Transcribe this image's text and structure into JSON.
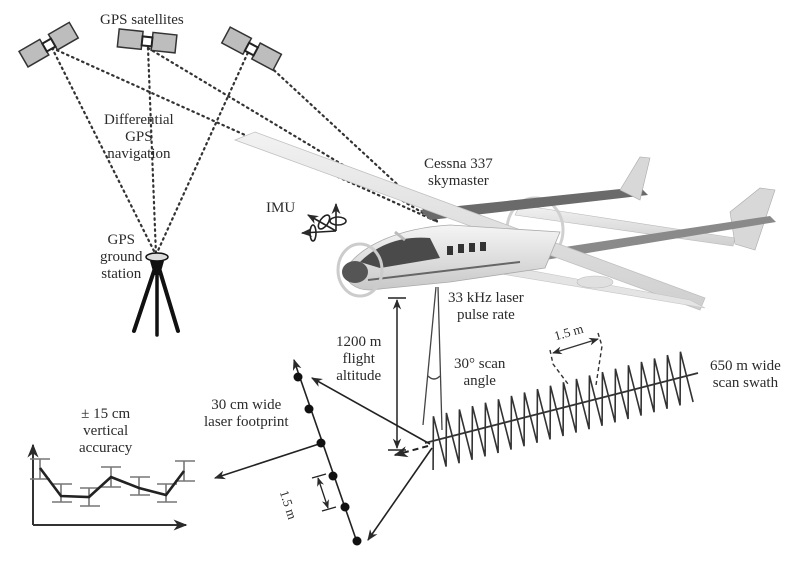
{
  "title": "Airborne LiDAR system diagram",
  "labels": {
    "gps_satellites": "GPS satellites",
    "differential_gps": [
      "Differential",
      "GPS",
      "navigation"
    ],
    "gps_ground_station": [
      "GPS",
      "ground",
      "station"
    ],
    "imu": "IMU",
    "aircraft": [
      "Cessna 337",
      "skymaster"
    ],
    "pulse_rate": [
      "33 kHz laser",
      "pulse rate"
    ],
    "flight_altitude": [
      "1200 m",
      "flight",
      "altitude"
    ],
    "scan_angle": [
      "30° scan",
      "angle"
    ],
    "scan_swath": [
      "650 m wide",
      "scan swath"
    ],
    "scan_spacing": "1.5 m",
    "footprint": [
      "30 cm wide",
      "laser footprint"
    ],
    "footprint_spacing": "1.5 m",
    "vertical_accuracy": [
      "± 15 cm",
      "vertical",
      "accuracy"
    ]
  },
  "colors": {
    "ink": "#2a2a2a",
    "satellite_panel": "#bdbdbd",
    "plane_body": "#e6e6e6",
    "plane_dark": "#5a5a5a"
  }
}
